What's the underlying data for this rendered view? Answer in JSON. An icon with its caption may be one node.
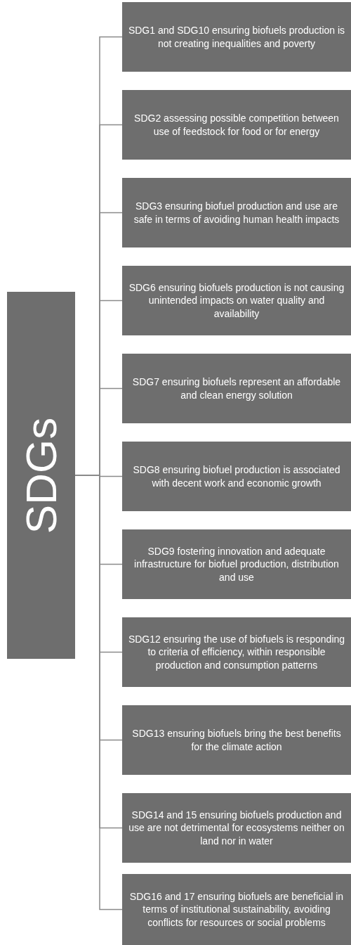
{
  "diagram": {
    "nodes": [
      {
        "text": [
          "SDGs"
        ]
      },
      {
        "text": [
          "SDG1 and SDG10 ensuring biofuels production is not creating inequalities and poverty"
        ]
      },
      {
        "text": [
          "SDG2 assessing possible competition between use of feedstock for food or for energy"
        ]
      },
      {
        "text": [
          "SDG3 ensuring biofuel production and use are safe in terms of avoiding human health impacts"
        ]
      },
      {
        "text": [
          "SDG6 ensuring biofuels production is not causing unintended impacts on water quality and availability"
        ]
      },
      {
        "text": [
          "SDG7 ensuring biofuels represent an affordable and clean energy solution"
        ]
      },
      {
        "text": [
          "SDG8 ensuring biofuel production is associated with decent work and economic growth"
        ]
      },
      {
        "text": [
          "SDG9 fostering innovation and adequate infrastructure for biofuel production, distribution and use"
        ]
      },
      {
        "text": [
          "SDG12 ensuring the use of biofuels is responding to criteria of efficiency, within responsible production and consumption patterns"
        ]
      },
      {
        "text": [
          "SDG13 ensuring biofuels bring the best benefits for the climate action"
        ]
      },
      {
        "text": [
          "SDG14 and 15 ensuring biofuels production and use are not detrimental for ecosystems neither on land nor in water"
        ]
      },
      {
        "text": [
          "SDG16 and 17 ensuring biofuels are beneficial in terms of institutional sustainability, avoiding conflicts for resources or social problems"
        ]
      }
    ],
    "edges": [
      {
        "from": 0,
        "to": 1,
        "arrow": "none"
      },
      {
        "from": 0,
        "to": 2,
        "arrow": "none"
      },
      {
        "from": 0,
        "to": 3,
        "arrow": "none"
      },
      {
        "from": 0,
        "to": 4,
        "arrow": "none"
      },
      {
        "from": 0,
        "to": 5,
        "arrow": "none"
      },
      {
        "from": 0,
        "to": 6,
        "arrow": "none"
      },
      {
        "from": 0,
        "to": 7,
        "arrow": "none"
      },
      {
        "from": 0,
        "to": 8,
        "arrow": "none"
      },
      {
        "from": 0,
        "to": 9,
        "arrow": "none"
      },
      {
        "from": 0,
        "to": 10,
        "arrow": "none"
      },
      {
        "from": 0,
        "to": 11,
        "arrow": "none"
      }
    ]
  }
}
